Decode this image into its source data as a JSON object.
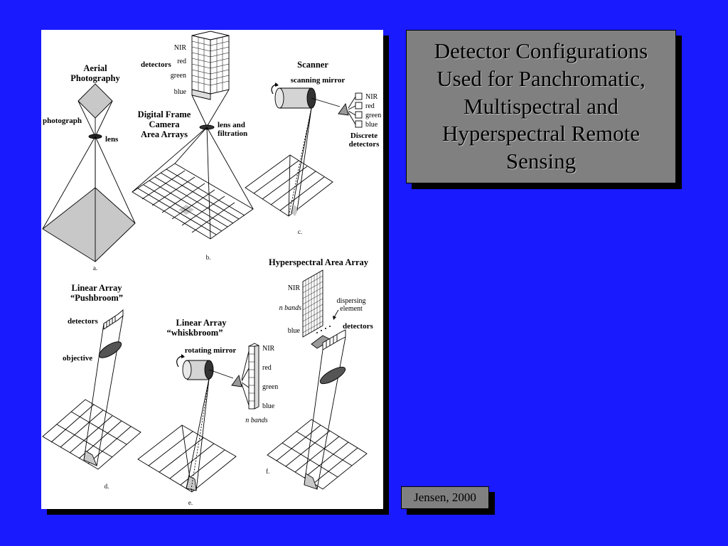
{
  "slide": {
    "title": "Detector Configurations Used for Panchromatic, Multispectral and Hyperspectral Remote Sensing",
    "citation": "Jensen, 2000",
    "background_color": "#1a1aff",
    "box_color": "#808080"
  },
  "figure": {
    "panel_a": {
      "title_line1": "Aerial",
      "title_line2": "Photography",
      "photograph": "photograph",
      "lens": "lens",
      "caption": "a."
    },
    "panel_b": {
      "detectors": "detectors",
      "nir": "NIR",
      "red": "red",
      "green": "green",
      "blue": "blue",
      "title_line1": "Digital Frame",
      "title_line2": "Camera",
      "title_line3": "Area Arrays",
      "lens_line1": "lens and",
      "lens_line2": "filtration",
      "caption": "b."
    },
    "panel_c": {
      "title": "Scanner",
      "mirror": "scanning mirror",
      "nir": "NIR",
      "red": "red",
      "green": "green",
      "blue": "blue",
      "discrete_line1": "Discrete",
      "discrete_line2": "detectors",
      "caption": "c."
    },
    "panel_d": {
      "title_line1": "Linear Array",
      "title_line2": "“Pushbroom”",
      "detectors": "detectors",
      "objective": "objective",
      "caption": "d."
    },
    "panel_e": {
      "title_line1": "Linear Array",
      "title_line2": "“whiskbroom”",
      "mirror": "rotating mirror",
      "nir": "NIR",
      "red": "red",
      "green": "green",
      "blue": "blue",
      "bands": "n bands",
      "caption": "e."
    },
    "panel_f": {
      "title": "Hyperspectral Area Array",
      "nir": "NIR",
      "bands": "n bands",
      "blue": "blue",
      "dispersing_line1": "dispersing",
      "dispersing_line2": "element",
      "detectors": "detectors",
      "caption": "f."
    }
  }
}
